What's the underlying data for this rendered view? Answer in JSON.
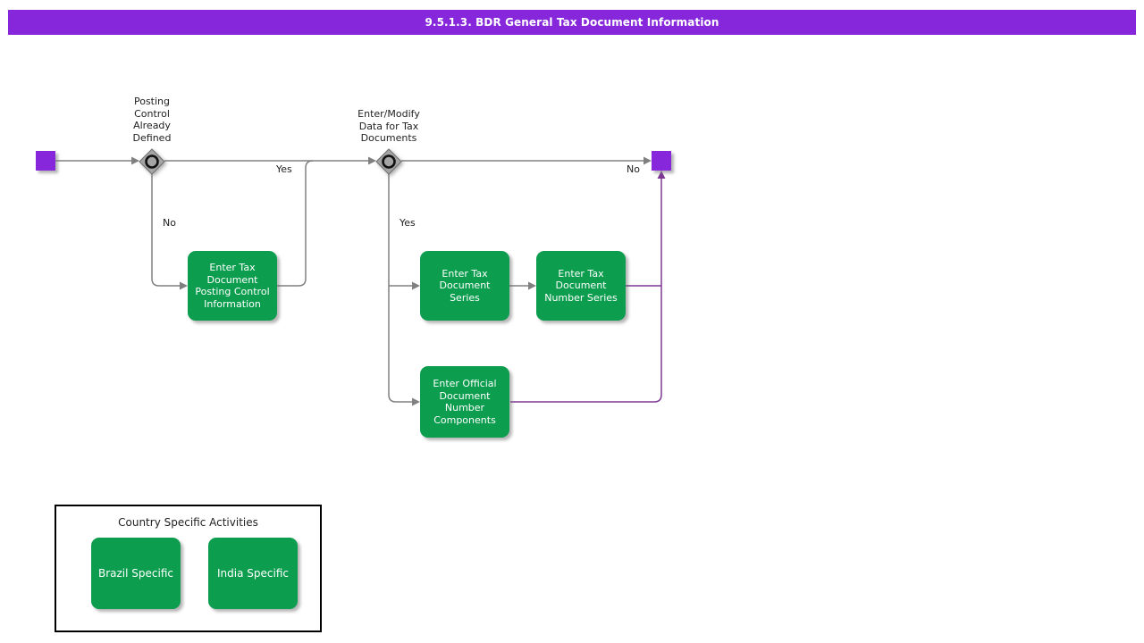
{
  "title": "9.5.1.3. BDR General Tax Document Information",
  "colors": {
    "accent_purple": "#8627DC",
    "node_green": "#0C9D4E",
    "edge_gray": "#808080",
    "edge_purple": "#7D3894",
    "label_text": "#222222",
    "panel_border": "#000000"
  },
  "flow": {
    "decision1": {
      "label": "Posting Control Already Defined",
      "yes_label": "Yes",
      "no_label": "No"
    },
    "decision2": {
      "label": "Enter/Modify Data for Tax Documents",
      "yes_label": "Yes",
      "no_label": "No"
    },
    "activities": {
      "posting_control": "Enter Tax Document Posting Control Information",
      "tax_doc_series": "Enter Tax Document Series",
      "tax_doc_number_series": "Enter Tax Document Number Series",
      "official_doc_components": "Enter Official Document Number Components"
    }
  },
  "country_panel": {
    "title": "Country Specific Activities",
    "items": [
      {
        "label": "Brazil Specific"
      },
      {
        "label": "India Specific"
      }
    ]
  }
}
